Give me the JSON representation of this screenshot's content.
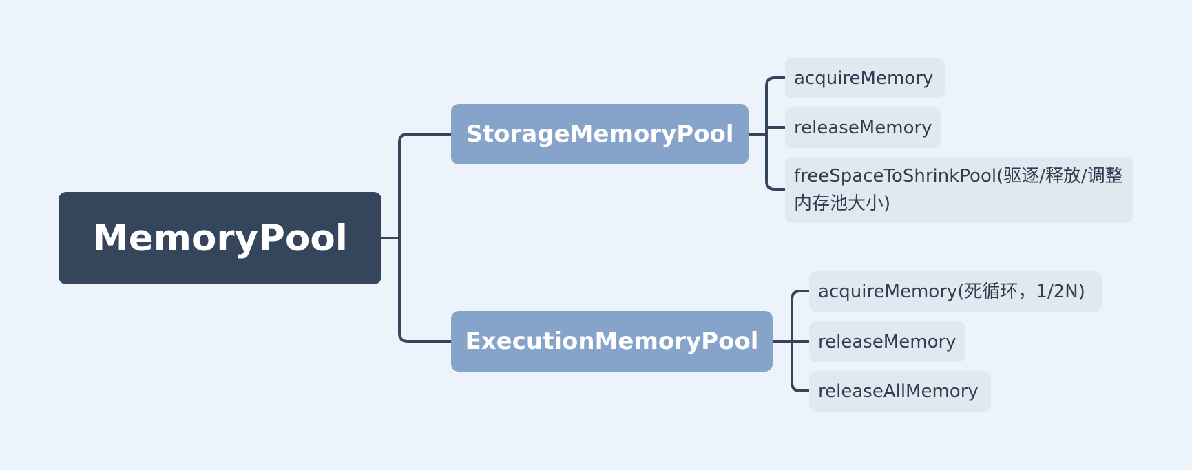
{
  "diagram": {
    "root": {
      "label": "MemoryPool"
    },
    "branches": [
      {
        "label": "StorageMemoryPool",
        "children": [
          "acquireMemory",
          "releaseMemory",
          "freeSpaceToShrinkPool(驱逐/释放/调整内存池大小)"
        ]
      },
      {
        "label": "ExecutionMemoryPool",
        "children": [
          "acquireMemory(死循环，1/2N)",
          "releaseMemory",
          "releaseAllMemory"
        ]
      }
    ]
  },
  "colors": {
    "background": "#edf3fa",
    "root_fill": "#35455c",
    "branch_fill": "#86a3ca",
    "leaf_fill": "#e2e8ef",
    "connector": "#35455c",
    "leaf_text": "#2f3d52"
  }
}
